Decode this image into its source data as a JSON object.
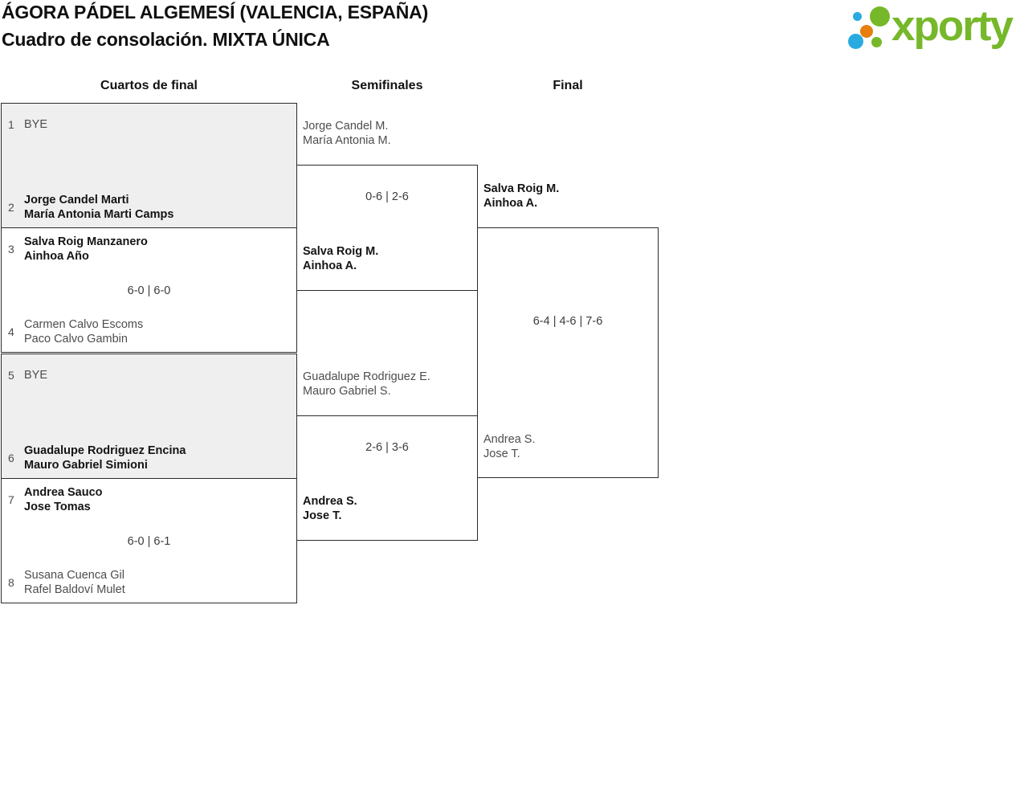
{
  "header": {
    "title_line1": "ÁGORA PÁDEL ALGEMESÍ (VALENCIA, ESPAÑA)",
    "title_line2": "Cuadro de consolación. MIXTA ÚNICA",
    "logo_text": "xporty"
  },
  "colors": {
    "logo_green": "#76b82a",
    "logo_blue": "#29abe2",
    "logo_orange": "#e87e0e",
    "bye_box_fill": "#efefef",
    "border": "#2b2b2b"
  },
  "rounds": [
    {
      "label": "Cuartos de final"
    },
    {
      "label": "Semifinales"
    },
    {
      "label": "Final"
    }
  ],
  "quarterfinals": [
    {
      "top_seed": "1",
      "top_line1": "BYE",
      "top_line2": "",
      "top_winner": false,
      "score": "",
      "bottom_seed": "2",
      "bottom_line1": "Jorge Candel Marti",
      "bottom_line2": "María Antonia Marti Camps",
      "bottom_winner": true
    },
    {
      "top_seed": "3",
      "top_line1": "Salva Roig Manzanero",
      "top_line2": "Ainhoa Año",
      "top_winner": true,
      "score": "6-0 | 6-0",
      "bottom_seed": "4",
      "bottom_line1": "Carmen Calvo Escoms",
      "bottom_line2": "Paco Calvo Gambin",
      "bottom_winner": false
    },
    {
      "top_seed": "5",
      "top_line1": "BYE",
      "top_line2": "",
      "top_winner": false,
      "score": "",
      "bottom_seed": "6",
      "bottom_line1": "Guadalupe Rodriguez Encina",
      "bottom_line2": "Mauro Gabriel Simioni",
      "bottom_winner": true
    },
    {
      "top_seed": "7",
      "top_line1": "Andrea Sauco",
      "top_line2": "Jose Tomas",
      "top_winner": true,
      "score": "6-0 | 6-1",
      "bottom_seed": "8",
      "bottom_line1": "Susana Cuenca Gil",
      "bottom_line2": "Rafel Baldoví Mulet",
      "bottom_winner": false
    }
  ],
  "semifinals": [
    {
      "top_line1": "Jorge Candel M.",
      "top_line2": "María Antonia M.",
      "top_winner": false,
      "score": "0-6 | 2-6",
      "bottom_line1": "Salva Roig M.",
      "bottom_line2": "Ainhoa A.",
      "bottom_winner": true
    },
    {
      "top_line1": "Guadalupe Rodriguez E.",
      "top_line2": "Mauro Gabriel S.",
      "top_winner": false,
      "score": "2-6 | 3-6",
      "bottom_line1": "Andrea S.",
      "bottom_line2": "Jose T.",
      "bottom_winner": true
    }
  ],
  "final": {
    "top_line1": "Salva Roig M.",
    "top_line2": "Ainhoa A.",
    "top_winner": true,
    "score": "6-4 | 4-6 | 7-6",
    "bottom_line1": "Andrea S.",
    "bottom_line2": "Jose T.",
    "bottom_winner": false
  }
}
